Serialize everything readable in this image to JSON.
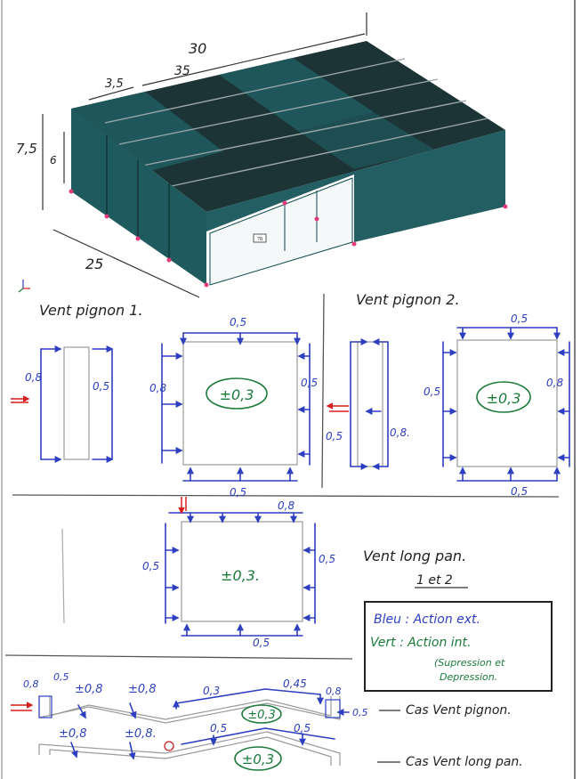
{
  "model": {
    "dims": {
      "length": "30",
      "length2": "35",
      "width": "25",
      "height": "7,5",
      "eave": "6",
      "bay": "3,5"
    },
    "tag": "78"
  },
  "gable1": {
    "title": "Vent pignon 1.",
    "section": {
      "left": "0,8",
      "right": "0,5"
    },
    "plan": {
      "top": "0,5",
      "left": "0,8",
      "right": "0,5",
      "bottom": "0,5",
      "interior": "±0,3"
    }
  },
  "gable2": {
    "title": "Vent pignon 2.",
    "section": {
      "left": "0,5",
      "right": "0,8."
    },
    "plan": {
      "top": "0,5",
      "left": "0,5",
      "right": "0,8",
      "bottom": "0,5",
      "interior": "±0,3"
    }
  },
  "long": {
    "title": "Vent long pan.",
    "subtitle": "1 et 2",
    "plan": {
      "top": "0,8",
      "left": "0,5",
      "right": "0,5",
      "bottom": "0,5",
      "interior": "±0,3."
    }
  },
  "legend": {
    "blue": "Bleu : Action ext.",
    "green_line1": "Vert : Action int.",
    "green_line2": "(Supression et",
    "green_line3": "Depression."
  },
  "sections": {
    "gable_case": {
      "label": "Cas Vent pignon.",
      "values": [
        "0,8",
        "0,5",
        "±0,8",
        "±0,8",
        "0,3",
        "0,45",
        "0,8",
        "0,5",
        "±0,3"
      ]
    },
    "long_case": {
      "label": "Cas Vent long pan.",
      "values": [
        "±0,8",
        "±0,8.",
        "0,5",
        "0,5",
        "±0,3"
      ]
    }
  },
  "colors": {
    "blue": "#2d3fc0",
    "green": "#1b7a3a",
    "red": "#d81f1f",
    "teal": "#1f5a5e",
    "roof_dark": "#1c3436"
  }
}
